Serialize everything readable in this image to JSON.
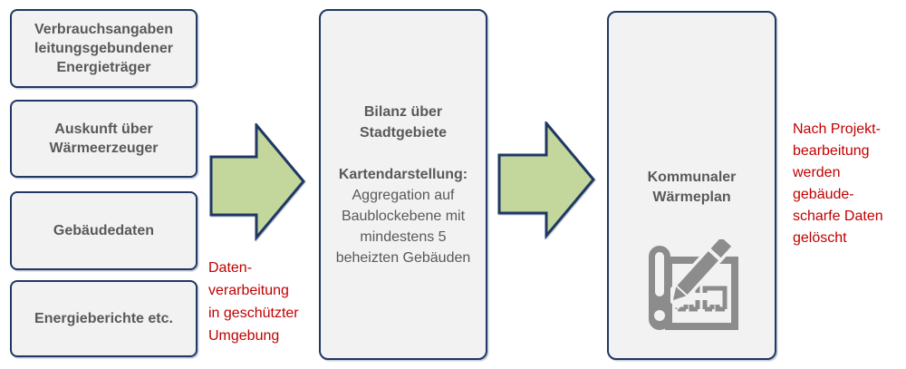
{
  "inputs": [
    {
      "label": "Verbrauchsangaben leitungsgebundener Energieträger"
    },
    {
      "label": "Auskunft über Wärmeerzeuger"
    },
    {
      "label": "Gebäudedaten"
    },
    {
      "label": "Energieberichte etc."
    }
  ],
  "process": {
    "title": "Bilanz über Stadtgebiete",
    "subtitle": "Kartendarstellung:",
    "body": "Aggregation auf Baublockebene mit mindestens 5 beheizten Gebäuden"
  },
  "output": {
    "title": "Kommunaler Wärmeplan",
    "icon": "blueprint-pencil-icon"
  },
  "annotations": {
    "left": "Daten-\nverarbeitung\nin geschützter\nUmgebung",
    "right": "Nach Projekt-\nbearbeitung\nwerden\ngebäude-\nscharfe Daten\ngelöscht"
  },
  "colors": {
    "box_fill": "#f2f2f2",
    "box_border": "#1f3864",
    "arrow_fill": "#c3d69b",
    "arrow_border": "#1f3864",
    "box_text": "#595959",
    "annotation_text": "#c00000",
    "icon_gray": "#8c8c8c"
  }
}
